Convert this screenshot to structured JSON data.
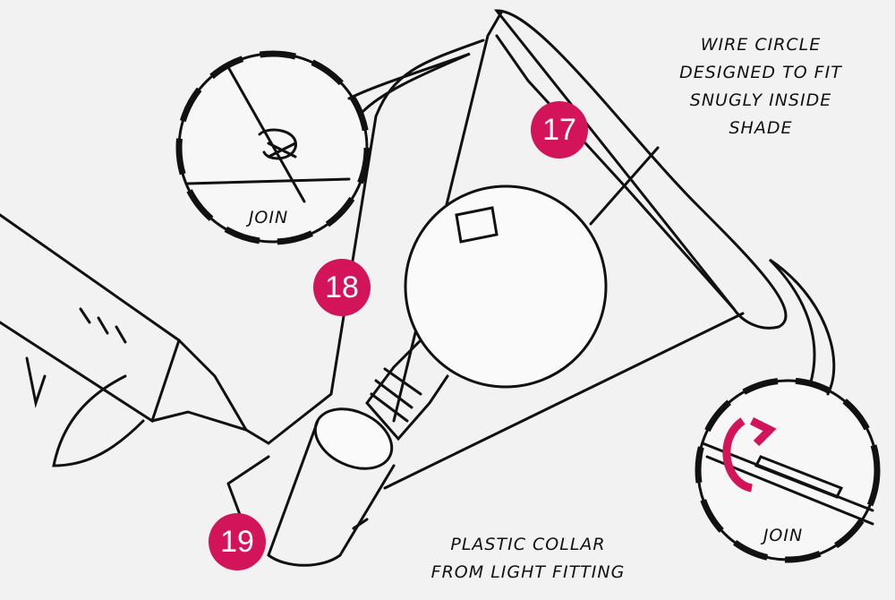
{
  "colors": {
    "badge": "#d4145a",
    "background": "#f2f2f2",
    "ink": "#111111"
  },
  "steps": [
    "17",
    "18",
    "19"
  ],
  "labels": {
    "wire_circle": [
      "WIRE CIRCLE",
      "DESIGNED TO FIT",
      "SNUGLY INSIDE",
      "SHADE"
    ],
    "join_left": "JOIN",
    "join_right": "JOIN",
    "collar": [
      "PLASTIC COLLAR",
      "FROM LIGHT FITTING"
    ]
  }
}
